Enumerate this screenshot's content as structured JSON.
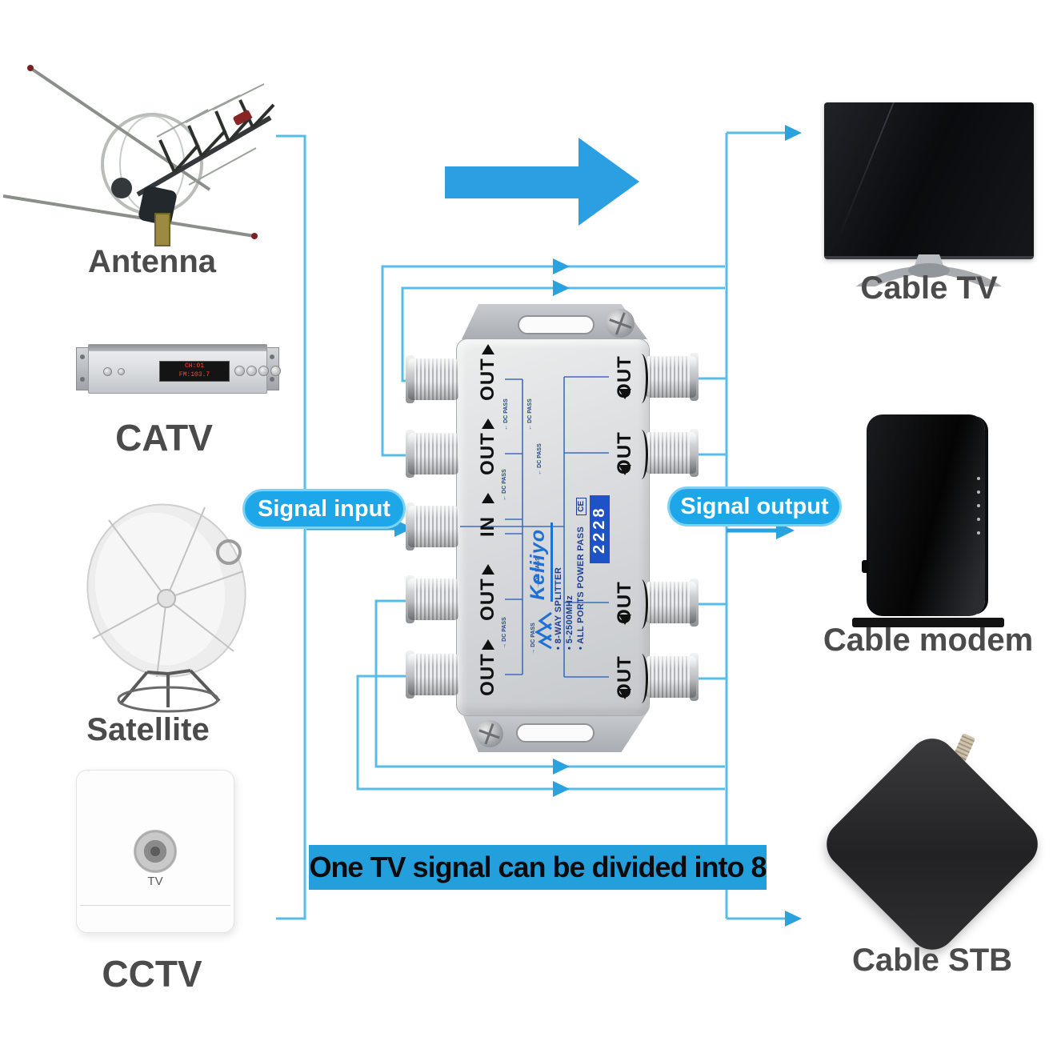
{
  "colors": {
    "line_blue": "#58bce9",
    "accent_blue": "#2aa2de",
    "banner_blue": "#239fdc",
    "pill_blue": "#1da6e8",
    "brand_blue": "#1e6fd6",
    "badge_blue": "#1e52c6",
    "label_gray": "#4b4b4b"
  },
  "connections": {
    "signal_input": "Signal input",
    "signal_output": "Signal output"
  },
  "banner": {
    "text": "One TV signal can be divided into 8"
  },
  "sources": [
    {
      "id": "antenna",
      "label": "Antenna"
    },
    {
      "id": "catv",
      "label": "CATV"
    },
    {
      "id": "satellite",
      "label": "Satellite"
    },
    {
      "id": "cctv",
      "label": "CCTV",
      "port_label": "TV"
    }
  ],
  "destinations": [
    {
      "id": "cable-tv",
      "label": "Cable TV"
    },
    {
      "id": "cable-modem",
      "label": "Cable modem"
    },
    {
      "id": "cable-stb",
      "label": "Cable STB"
    }
  ],
  "splitter": {
    "brand": "Keliiyo",
    "specs": [
      "8-WAY SPLITTER",
      "5-2500MHz",
      "ALL PORTS POWER PASS"
    ],
    "badge": "2228",
    "ce_mark": "CE",
    "in_label": "IN",
    "out_label": "OUT",
    "dc_pass_label": "DC PASS"
  },
  "catv_display": {
    "line1": "CH:01",
    "line2": "FM:103.7"
  }
}
